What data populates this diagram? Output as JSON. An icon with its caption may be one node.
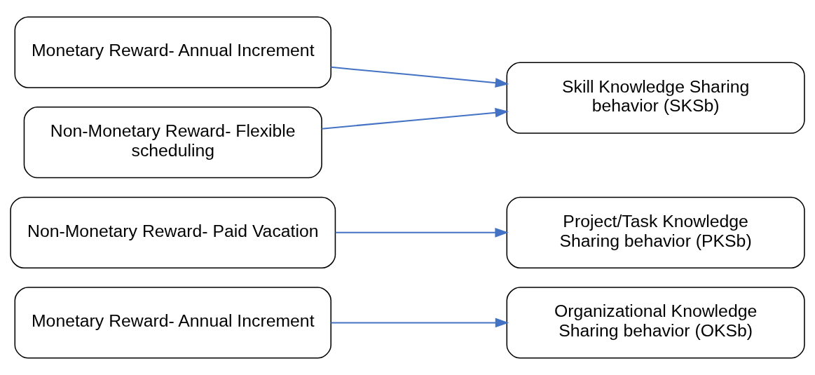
{
  "diagram": {
    "nodes": [
      {
        "text": [
          "Monetary Reward- Annual Increment"
        ]
      },
      {
        "text": [
          "Non-Monetary Reward- Paid Vacation"
        ]
      },
      {
        "text": [
          "Monetary Reward- Annual Increment"
        ]
      },
      {
        "text": [
          "Non-Monetary Reward- Flexible scheduling"
        ]
      },
      {
        "text": [
          "Organizational Knowledge Sharing behavior (OKSb)"
        ]
      },
      {
        "text": [
          "Project/Task Knowledge Sharing behavior (PKSb)"
        ]
      },
      {
        "text": [
          "Skill Knowledge Sharing behavior (SKSb)"
        ]
      }
    ],
    "edges": [
      {
        "from": 0,
        "to": 4,
        "arrow": "to"
      },
      {
        "from": 1,
        "to": 5,
        "arrow": "to"
      },
      {
        "from": 2,
        "to": 6,
        "arrow": "to"
      },
      {
        "from": 3,
        "to": 6,
        "arrow": "to"
      }
    ]
  }
}
